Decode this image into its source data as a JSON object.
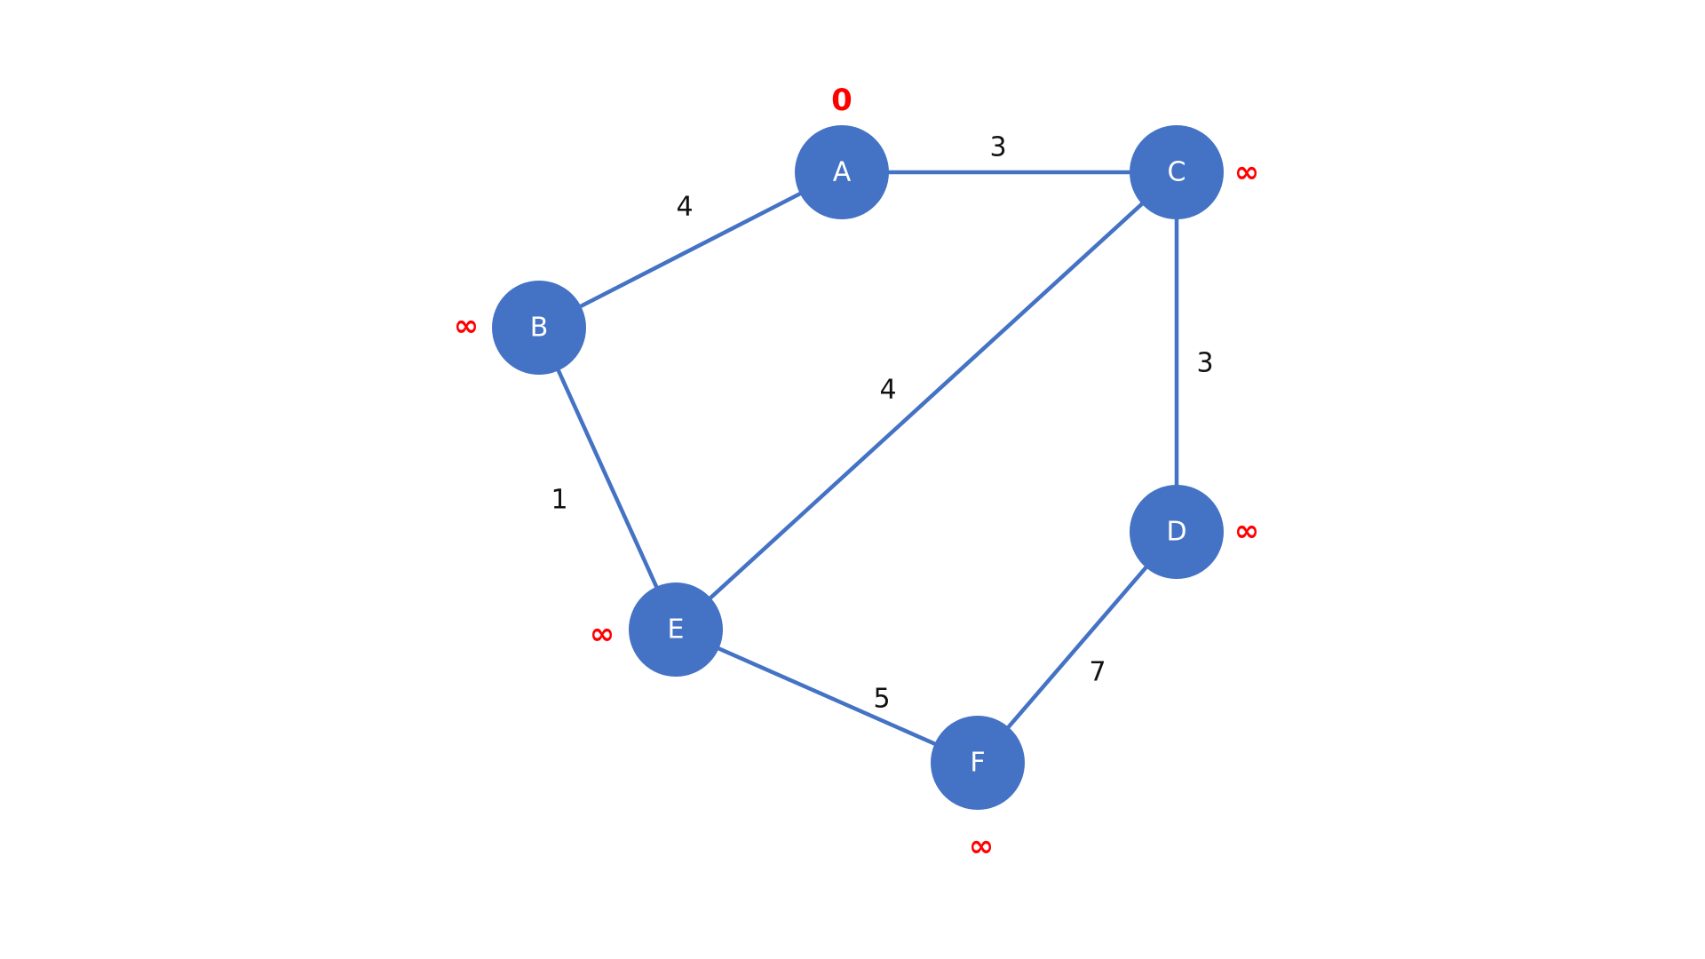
{
  "colors": {
    "node": "#4472c4",
    "edge": "#4472c4",
    "distance": "#ff0000",
    "weight": "#111111"
  },
  "nodes": [
    {
      "id": "A",
      "label": "A",
      "distance": "0"
    },
    {
      "id": "B",
      "label": "B",
      "distance": "∞"
    },
    {
      "id": "C",
      "label": "C",
      "distance": "∞"
    },
    {
      "id": "D",
      "label": "D",
      "distance": "∞"
    },
    {
      "id": "E",
      "label": "E",
      "distance": "∞"
    },
    {
      "id": "F",
      "label": "F",
      "distance": "∞"
    }
  ],
  "edges": [
    {
      "from": "A",
      "to": "C",
      "weight": "3"
    },
    {
      "from": "A",
      "to": "B",
      "weight": "4"
    },
    {
      "from": "C",
      "to": "E",
      "weight": "4"
    },
    {
      "from": "C",
      "to": "D",
      "weight": "3"
    },
    {
      "from": "B",
      "to": "E",
      "weight": "1"
    },
    {
      "from": "E",
      "to": "F",
      "weight": "5"
    },
    {
      "from": "D",
      "to": "F",
      "weight": "7"
    }
  ]
}
